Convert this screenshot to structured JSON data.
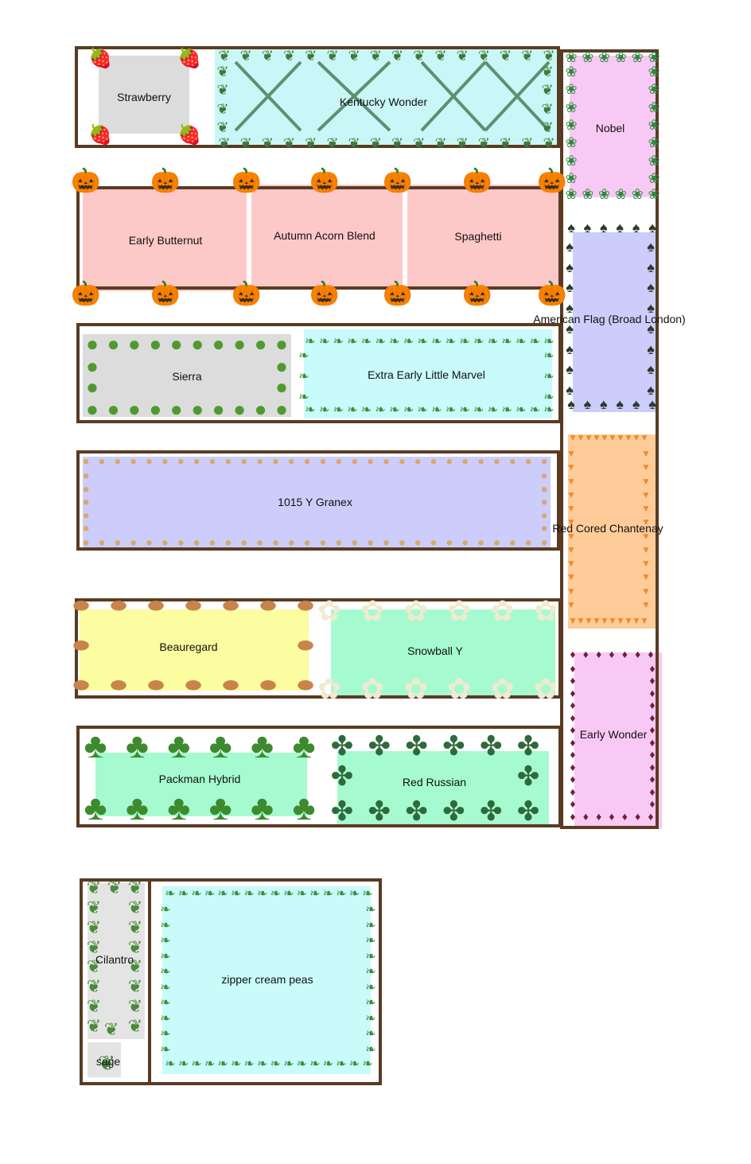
{
  "plots": [
    {
      "id": "strawberry",
      "label": "Strawberry",
      "fill": "#dcdcdc"
    },
    {
      "id": "kentucky",
      "label": "Kentucky Wonder",
      "fill": "#c9f7f7"
    },
    {
      "id": "nobel",
      "label": "Nobel",
      "fill": "#f9c9f5"
    },
    {
      "id": "early-butternut",
      "label": "Early Butternut",
      "fill": "#fdc8c8"
    },
    {
      "id": "autumn-acorn",
      "label": "Autumn Acorn Blend",
      "fill": "#fdc8c8"
    },
    {
      "id": "spaghetti",
      "label": "Spaghetti",
      "fill": "#fdc8c8"
    },
    {
      "id": "american-flag",
      "label": "American Flag (Broad London)",
      "fill": "#cccdfb"
    },
    {
      "id": "sierra",
      "label": "Sierra",
      "fill": "#dcdcdc"
    },
    {
      "id": "marvel",
      "label": "Extra Early Little Marvel",
      "fill": "#c9fbfb"
    },
    {
      "id": "granex",
      "label": "1015 Y Granex",
      "fill": "#cccdfb"
    },
    {
      "id": "chantenay",
      "label": "Red Cored Chantenay",
      "fill": "#fdcc99"
    },
    {
      "id": "beauregard",
      "label": "Beauregard",
      "fill": "#fcfca0"
    },
    {
      "id": "snowball",
      "label": "Snowball Y",
      "fill": "#a5fbcf"
    },
    {
      "id": "early-wonder",
      "label": "Early Wonder",
      "fill": "#f9c9f5"
    },
    {
      "id": "packman",
      "label": "Packman Hybrid",
      "fill": "#a5fbcf"
    },
    {
      "id": "red-russian",
      "label": "Red Russian",
      "fill": "#a5fbcf"
    },
    {
      "id": "cilantro",
      "label": "Cilantro",
      "fill": "#e4e4e4"
    },
    {
      "id": "sage",
      "label": "sage",
      "fill": "#e4e4e4"
    },
    {
      "id": "zipper",
      "label": "zipper cream peas",
      "fill": "#c9fbfb"
    }
  ],
  "icons": {
    "strawberry": "strawberry-icon",
    "bean": "bean-icon",
    "spinach": "spinach-icon",
    "squash": "squash-icon",
    "leek": "leek-icon",
    "cabbage": "cabbage-icon",
    "pea": "pea-icon",
    "onion": "onion-icon",
    "carrot": "carrot-icon",
    "sweet-potato": "sweet-potato-icon",
    "cauliflower": "cauliflower-icon",
    "beet": "beet-icon",
    "broccoli": "broccoli-icon",
    "kale": "kale-icon",
    "herb": "herb-icon"
  }
}
